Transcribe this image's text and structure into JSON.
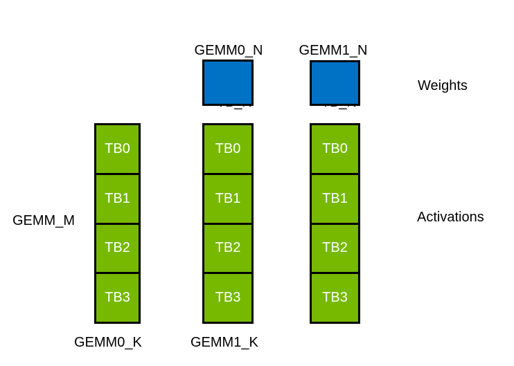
{
  "colors": {
    "weights_fill": "#0072C6",
    "activations_fill": "#76B900",
    "border": "#000000",
    "tb_text": "#FFFFFF",
    "label_text": "#000000"
  },
  "top_labels": [
    {
      "line1": "GEMM0_N",
      "line2": "= TB_N"
    },
    {
      "line1": "GEMM1_N",
      "line2": "= TB_N"
    }
  ],
  "side_labels": {
    "left": "GEMM_M",
    "weights": "Weights",
    "activations": "Activations"
  },
  "bottom_labels": {
    "col0": "GEMM0_K",
    "col1": "GEMM1_K"
  },
  "tb_labels": [
    "TB0",
    "TB1",
    "TB2",
    "TB3"
  ]
}
